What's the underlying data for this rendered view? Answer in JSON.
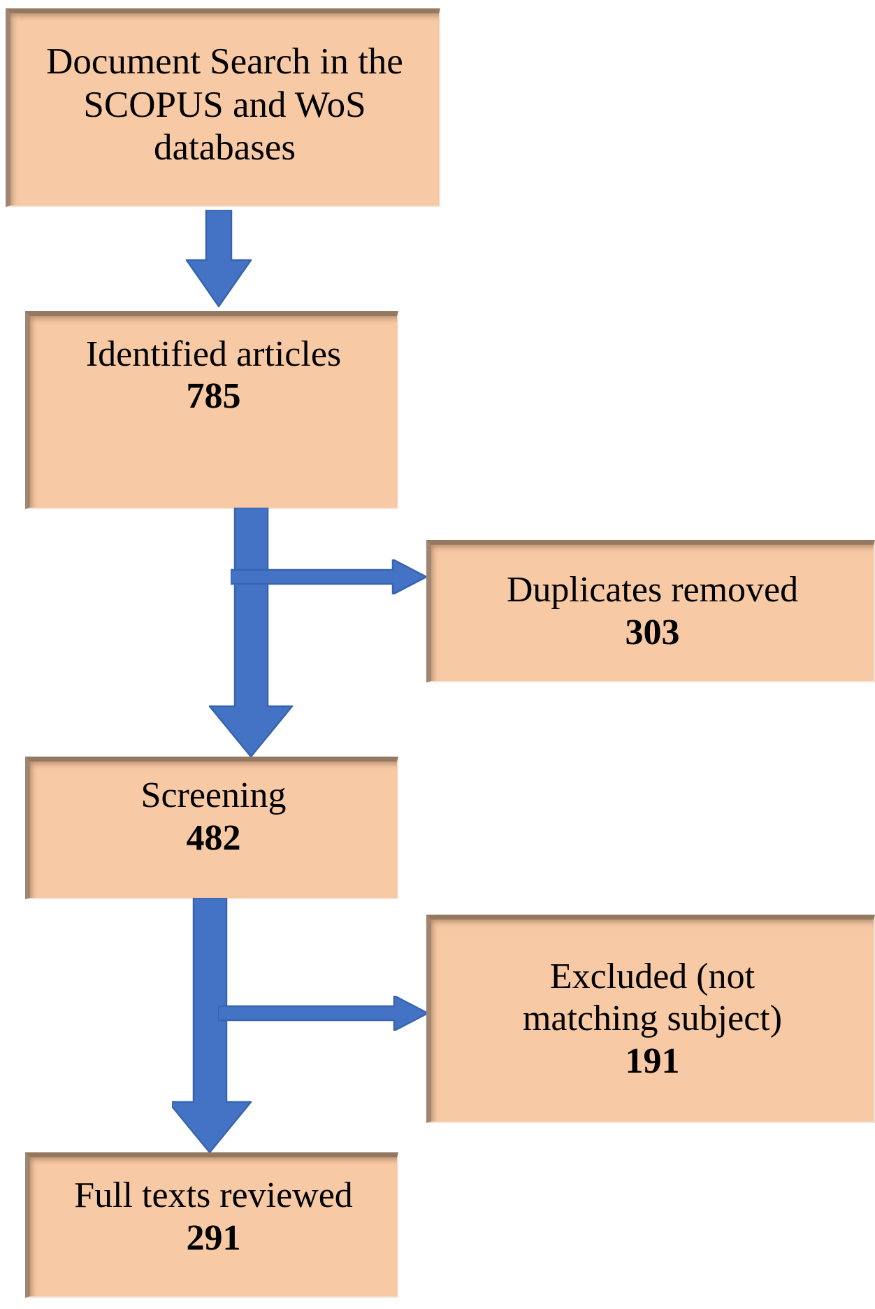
{
  "diagram": {
    "type": "prisma-flow-diagram",
    "accent_color": "#4472c4",
    "box_fill_color": "#f7c9a4",
    "box_bevel_color": "#94785f",
    "text_color": "#000000"
  },
  "nodes": {
    "search": {
      "lines": [
        "Document Search in the",
        "SCOPUS and WoS",
        "databases"
      ],
      "count": ""
    },
    "identified": {
      "label": "Identified articles",
      "count": "785"
    },
    "duplicates": {
      "label": "Duplicates removed",
      "count": "303"
    },
    "screening": {
      "label": "Screening",
      "count": "482"
    },
    "excluded": {
      "lines": [
        "Excluded (not",
        "matching subject)"
      ],
      "count": "191"
    },
    "fulltext": {
      "label": "Full texts reviewed",
      "count": "291"
    }
  },
  "connectors": [
    {
      "name": "search-to-identified",
      "icon": "arrow-down-icon",
      "from": "search",
      "to": "identified"
    },
    {
      "name": "identified-to-screening",
      "icon": "arrow-down-icon",
      "from": "identified",
      "to": "screening"
    },
    {
      "name": "identified-to-duplicates",
      "icon": "arrow-right-icon",
      "from": "identified",
      "to": "duplicates"
    },
    {
      "name": "screening-to-fulltext",
      "icon": "arrow-down-icon",
      "from": "screening",
      "to": "fulltext"
    },
    {
      "name": "screening-to-excluded",
      "icon": "arrow-right-icon",
      "from": "screening",
      "to": "excluded"
    }
  ],
  "chart_data": {
    "type": "table",
    "title": "Document screening flow",
    "categories": [
      "Identified articles",
      "Duplicates removed",
      "Screening",
      "Excluded (not matching subject)",
      "Full texts reviewed"
    ],
    "values": [
      785,
      303,
      482,
      191,
      291
    ]
  }
}
